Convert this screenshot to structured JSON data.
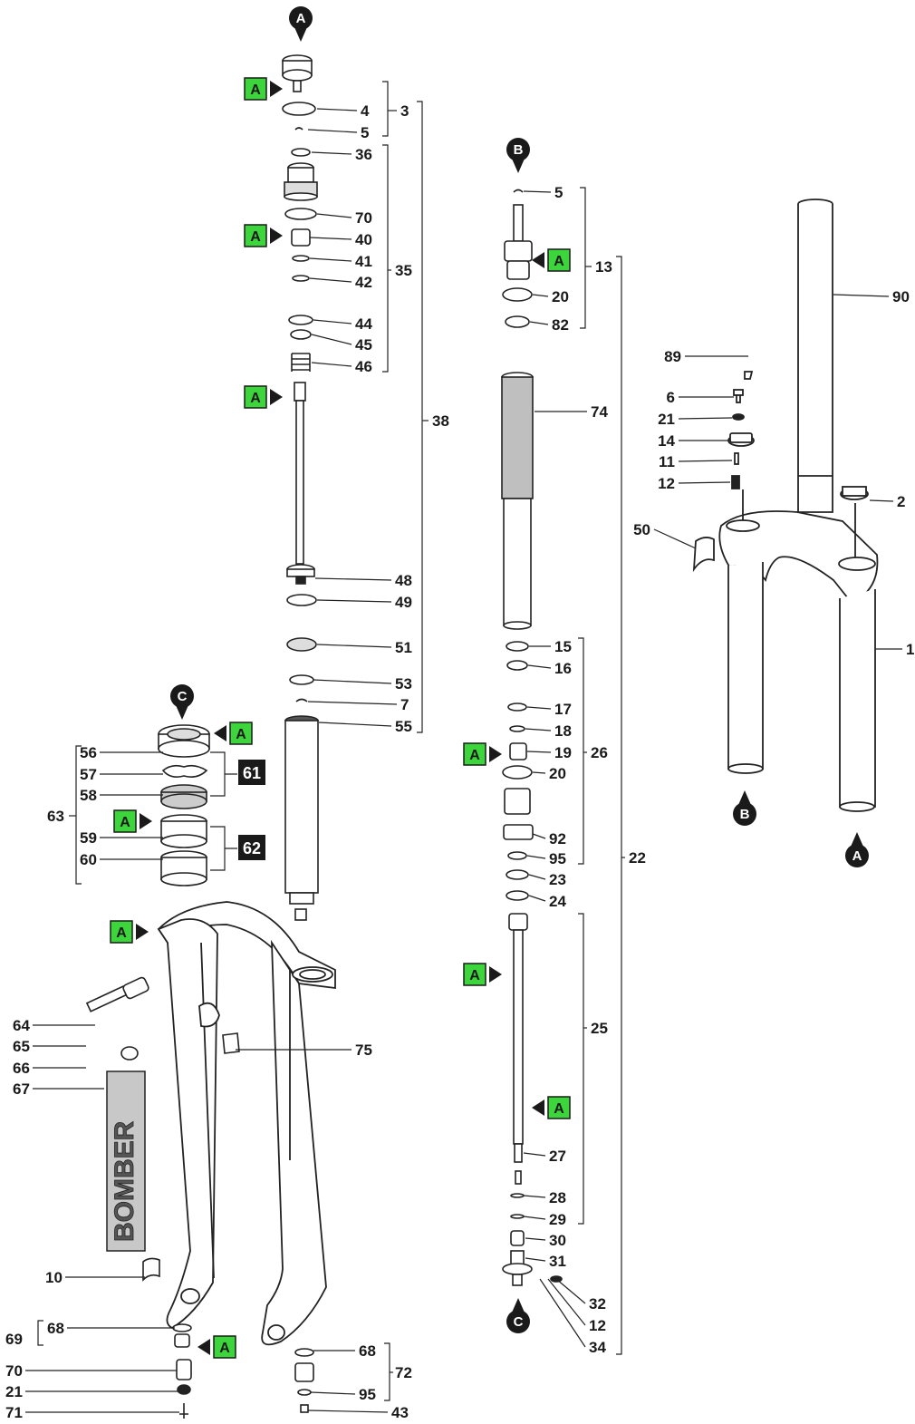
{
  "colors": {
    "ink": "#1a1a1a",
    "marker_fill": "#3cd63c",
    "line": "#222222",
    "tube_gray": "#b5b5b5"
  },
  "icons": {
    "circle_marker": "black-circle-pointer-icon",
    "square_marker": "green-square-arrow-icon",
    "group_box": "black-square-label-icon"
  },
  "circle_markers": [
    {
      "id": "cA_top",
      "letter": "A"
    },
    {
      "id": "cB_top",
      "letter": "B"
    },
    {
      "id": "cC_mid",
      "letter": "C"
    },
    {
      "id": "cC_bot",
      "letter": "C"
    },
    {
      "id": "cB_right",
      "letter": "B"
    },
    {
      "id": "cA_right",
      "letter": "A"
    }
  ],
  "square_markers": [
    "A",
    "A",
    "A",
    "A",
    "A",
    "A",
    "A",
    "A",
    "A",
    "A",
    "A"
  ],
  "group_boxes": [
    "61",
    "62"
  ],
  "labels": [
    "3",
    "4",
    "5",
    "36",
    "70",
    "40",
    "41",
    "35",
    "42",
    "44",
    "45",
    "46",
    "38",
    "48",
    "49",
    "51",
    "53",
    "7",
    "55",
    "5",
    "13",
    "20",
    "82",
    "74",
    "15",
    "16",
    "17",
    "18",
    "19",
    "26",
    "20",
    "92",
    "95",
    "22",
    "23",
    "24",
    "25",
    "27",
    "28",
    "29",
    "30",
    "31",
    "32",
    "12",
    "34",
    "90",
    "89",
    "6",
    "21",
    "14",
    "11",
    "12",
    "2",
    "50",
    "1",
    "56",
    "57",
    "58",
    "61",
    "63",
    "59",
    "60",
    "62",
    "64",
    "65",
    "66",
    "67",
    "75",
    "10",
    "68",
    "69",
    "70",
    "21",
    "71",
    "68",
    "72",
    "95",
    "43"
  ],
  "logo_text": "BOMBER"
}
